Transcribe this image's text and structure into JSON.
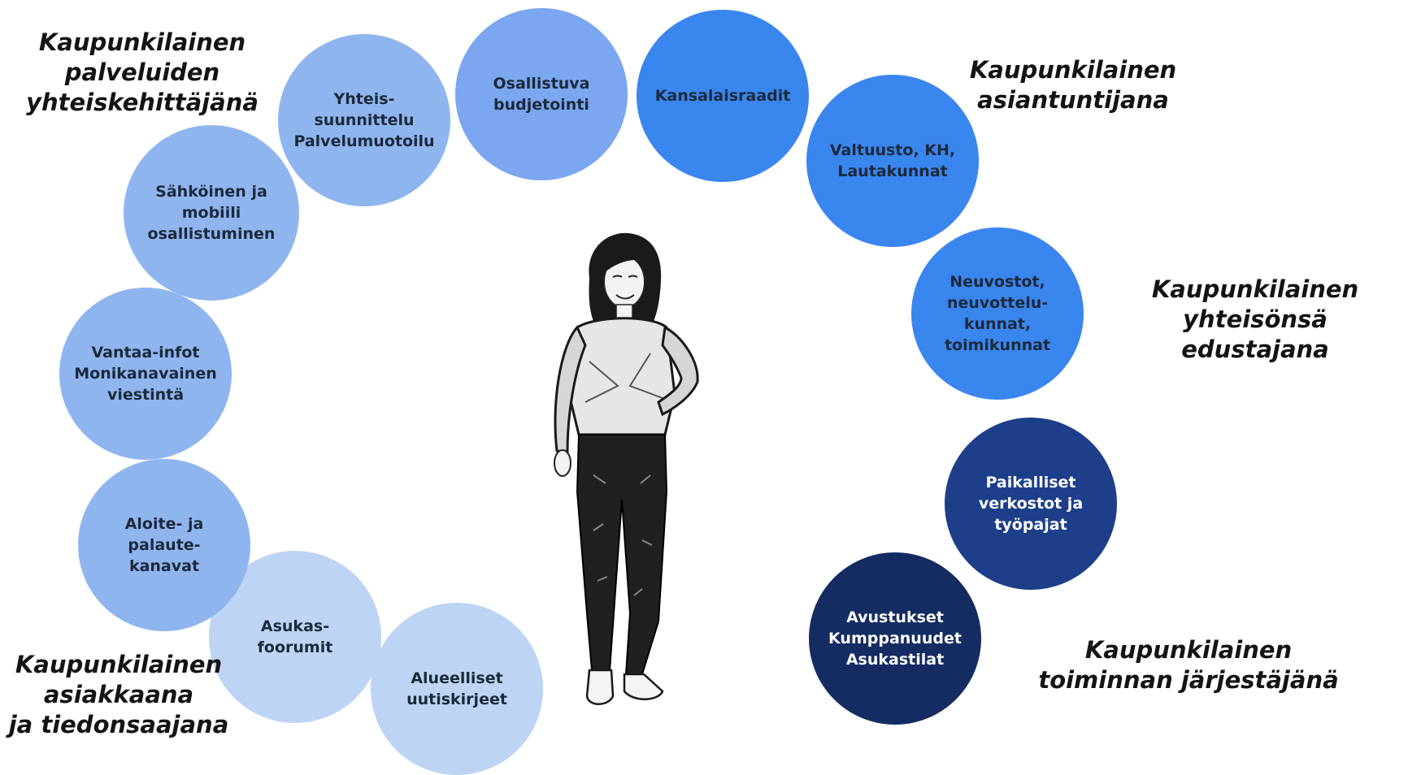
{
  "roles": {
    "co_developer": "Kaupunkilainen\npalveluiden\nyhteiskehittäjänä",
    "expert": "Kaupunkilainen\nasiantuntijana",
    "representative": "Kaupunkilainen\nyhteisönsä edustajana",
    "organizer": "Kaupunkilainen\ntoiminnan järjestäjänä",
    "customer": "Kaupunkilainen\nasiakkaana\nja tiedonsaajana"
  },
  "bubbles": {
    "alueelliset": "Alueelliset\nuutiskirjeet",
    "asukasfoorumit": "Asukas-\nfoorumit",
    "aloite": "Aloite- ja\npalaute-\nkanavat",
    "vantaa_info": "Vantaa-infot\nMonikanavainen\nviestintä",
    "sahkoinen": "Sähköinen ja\nmobiili\nosallistuminen",
    "yhteissuunnittelu": "Yhteis-\nsuunnittelu\nPalvelumuotoilu",
    "osallistuva": "Osallistuva\nbudjetointi",
    "kansalaisraadit": "Kansalaisraadit",
    "valtuusto": "Valtuusto, KH,\nLautakunnat",
    "neuvostot": "Neuvostot,\nneuvottelu-\nkunnat,\ntoimikunnat",
    "paikalliset": "Paikalliset\nverkostot ja\ntyöpajat",
    "avustukset": "Avustukset\nKumppanuudet\nAsukastilat"
  },
  "colors": {
    "customer_light": "#bed4f4",
    "co_developer_mid": "#8fb5ef",
    "participatory": "#7aa7ef",
    "expert_blue": "#3a86ef",
    "organizer_navy": "#1d3f8a",
    "organizer_dark": "#142c62"
  }
}
